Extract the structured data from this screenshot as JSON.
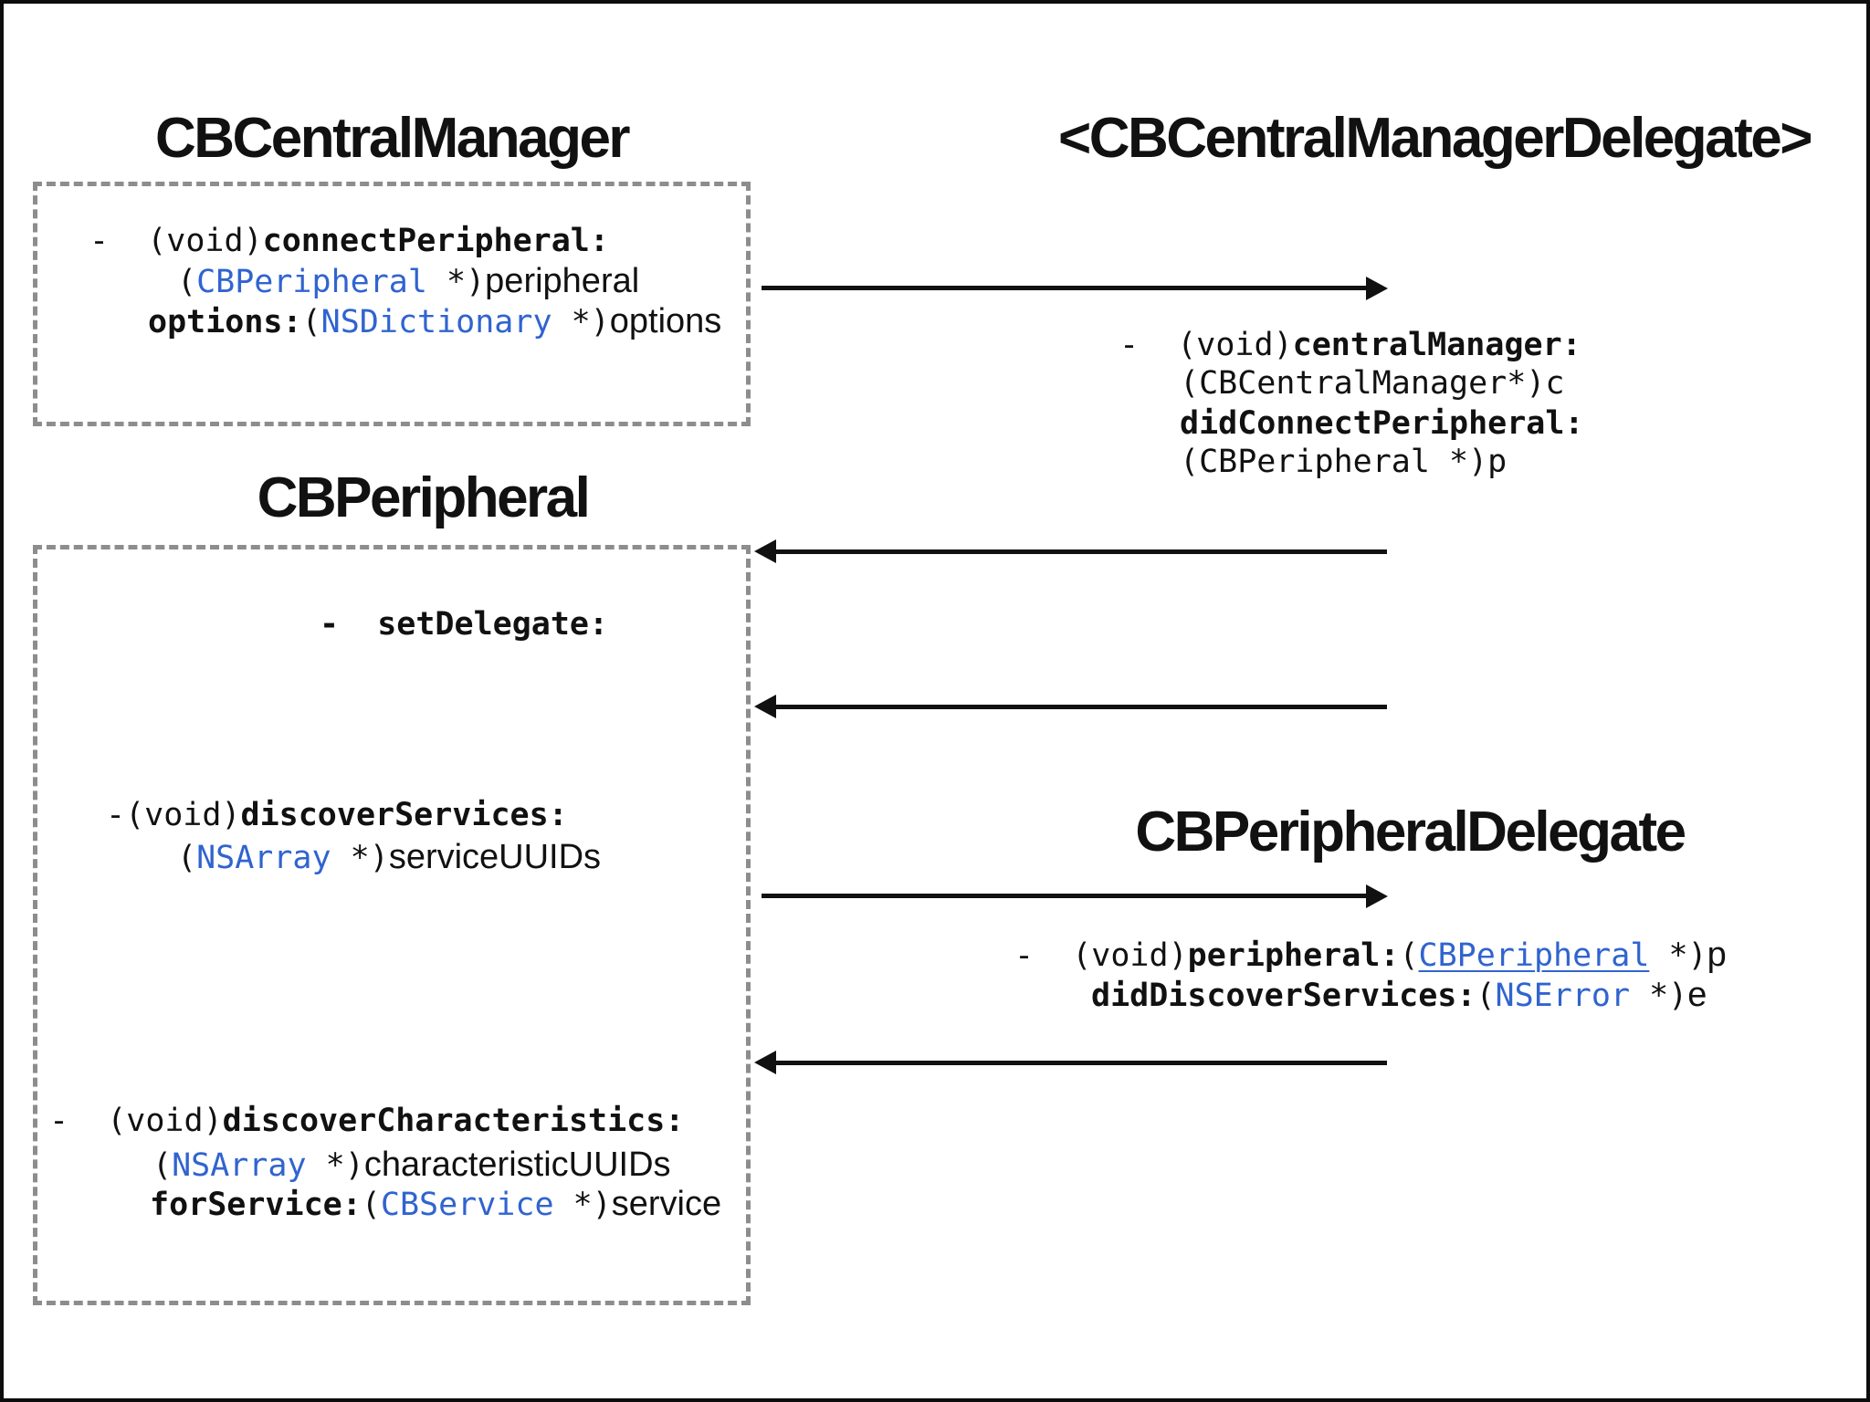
{
  "colors": {
    "class_blue": "#3064cf",
    "text": "#111111",
    "box_dash": "#8d8d8d",
    "arrow": "#111111",
    "background": "#ffffff",
    "frame": "#0d0d0d"
  },
  "headings": {
    "central_manager": "CBCentralManager",
    "central_manager_delegate": "<CBCentralManagerDelegate>",
    "peripheral": "CBPeripheral",
    "peripheral_delegate": "CBPeripheralDelegate"
  },
  "code": {
    "connect_peripheral": {
      "lines": [
        [
          {
            "t": "-  ",
            "s": "mono"
          },
          {
            "t": "(void)",
            "s": "mono"
          },
          {
            "t": "connectPeripheral:",
            "s": "bold"
          }
        ],
        [
          {
            "t": "(",
            "s": "mono"
          },
          {
            "t": "CBPeripheral",
            "s": "class"
          },
          {
            "t": " *)",
            "s": "mono"
          },
          {
            "t": "peripheral",
            "s": "param"
          }
        ],
        [
          {
            "t": "options:",
            "s": "bold"
          },
          {
            "t": "(",
            "s": "mono"
          },
          {
            "t": "NSDictionary",
            "s": "class"
          },
          {
            "t": " *)",
            "s": "mono"
          },
          {
            "t": "options",
            "s": "param"
          }
        ]
      ]
    },
    "central_manager_did_connect": {
      "lines": [
        [
          {
            "t": "-  ",
            "s": "mono"
          },
          {
            "t": "(void)",
            "s": "mono"
          },
          {
            "t": "centralManager:",
            "s": "bold"
          }
        ],
        [
          {
            "t": "(CBCentralManager*)c",
            "s": "mono"
          }
        ],
        [
          {
            "t": "didConnectPeripheral:",
            "s": "bold"
          }
        ],
        [
          {
            "t": "(CBPeripheral *)p",
            "s": "mono"
          }
        ]
      ]
    },
    "set_delegate": {
      "lines": [
        [
          {
            "t": "-  ",
            "s": "bold"
          },
          {
            "t": "setDelegate:",
            "s": "bold"
          }
        ]
      ]
    },
    "discover_services": {
      "lines": [
        [
          {
            "t": "-(void)",
            "s": "mono"
          },
          {
            "t": "discoverServices:",
            "s": "bold"
          }
        ],
        [
          {
            "t": "(",
            "s": "mono"
          },
          {
            "t": "NSArray",
            "s": "class"
          },
          {
            "t": " *)",
            "s": "mono"
          },
          {
            "t": "serviceUUIDs",
            "s": "param"
          }
        ]
      ]
    },
    "peripheral_did_discover_services": {
      "lines": [
        [
          {
            "t": "-  ",
            "s": "mono"
          },
          {
            "t": "(void)",
            "s": "mono"
          },
          {
            "t": "peripheral:",
            "s": "bold"
          },
          {
            "t": "(",
            "s": "mono"
          },
          {
            "t": "CBPeripheral",
            "s": "class_underline"
          },
          {
            "t": " *)",
            "s": "mono"
          },
          {
            "t": "p",
            "s": "param"
          }
        ],
        [
          {
            "t": "didDiscoverServices:",
            "s": "bold"
          },
          {
            "t": "(",
            "s": "mono"
          },
          {
            "t": "NSError",
            "s": "class"
          },
          {
            "t": " *)",
            "s": "mono"
          },
          {
            "t": "e",
            "s": "param"
          }
        ]
      ]
    },
    "discover_characteristics": {
      "lines": [
        [
          {
            "t": "-  ",
            "s": "mono"
          },
          {
            "t": "(void)",
            "s": "mono"
          },
          {
            "t": "discoverCharacteristics:",
            "s": "bold"
          }
        ],
        [
          {
            "t": "(",
            "s": "mono"
          },
          {
            "t": "NSArray",
            "s": "class"
          },
          {
            "t": " *)",
            "s": "mono"
          },
          {
            "t": "characteristicUUIDs",
            "s": "param"
          }
        ],
        [
          {
            "t": "forService:",
            "s": "bold"
          },
          {
            "t": "(",
            "s": "mono"
          },
          {
            "t": "CBService",
            "s": "class"
          },
          {
            "t": " *)",
            "s": "mono"
          },
          {
            "t": "service",
            "s": "param"
          }
        ]
      ]
    }
  },
  "arrows": [
    {
      "name": "connect-peripheral-call",
      "direction": "right"
    },
    {
      "name": "did-connect-peripheral-callback",
      "direction": "left"
    },
    {
      "name": "set-delegate-return",
      "direction": "left"
    },
    {
      "name": "discover-services-call",
      "direction": "right"
    },
    {
      "name": "did-discover-services-callback",
      "direction": "left"
    }
  ]
}
